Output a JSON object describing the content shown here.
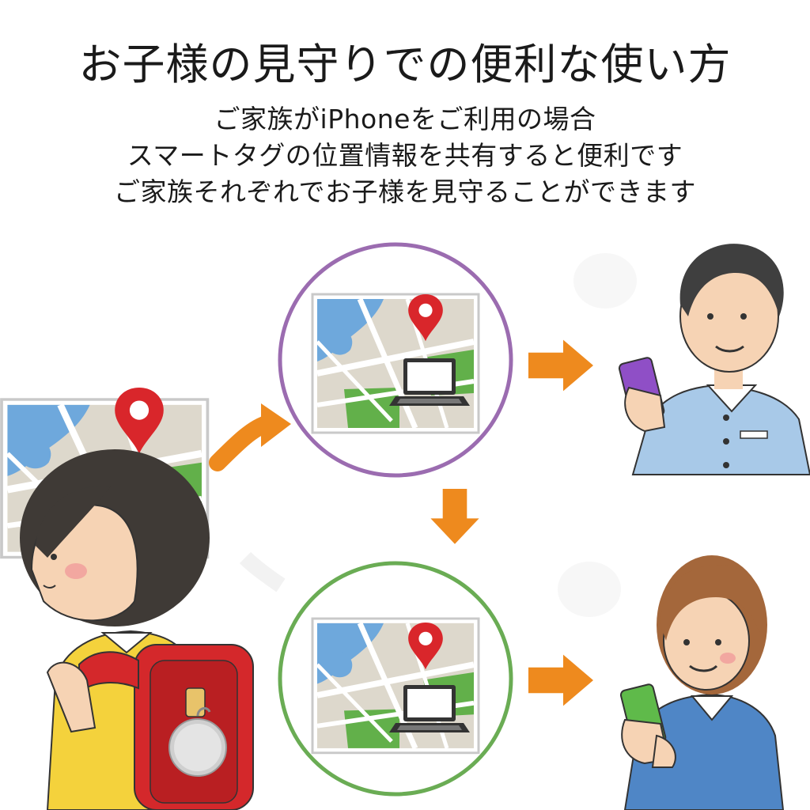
{
  "title": "お子様の見守りでの便利な使い方",
  "subtitles": [
    "ご家族がiPhoneをご利用の場合",
    "スマートタグの位置情報を共有すると便利です",
    "ご家族それぞれでお子様を見守ることができます"
  ],
  "colors": {
    "arrow": "#ee8a1e",
    "circle_top": "#9b6cb0",
    "circle_bottom": "#6aac54",
    "map_water": "#6ea8dc",
    "map_land": "#ddd8cc",
    "map_green": "#62b04a",
    "pin": "#d9262b",
    "backpack": "#d4282b",
    "child_shirt": "#f4d23c",
    "father_shirt": "#a8c9e8",
    "mother_shirt": "#4f86c6",
    "phone_father": "#8f4fc6",
    "phone_mother": "#5fba4a"
  },
  "icons": [
    "location-pin-icon",
    "laptop-icon",
    "smartphone-icon",
    "arrow-icon",
    "smart-tag-icon"
  ]
}
